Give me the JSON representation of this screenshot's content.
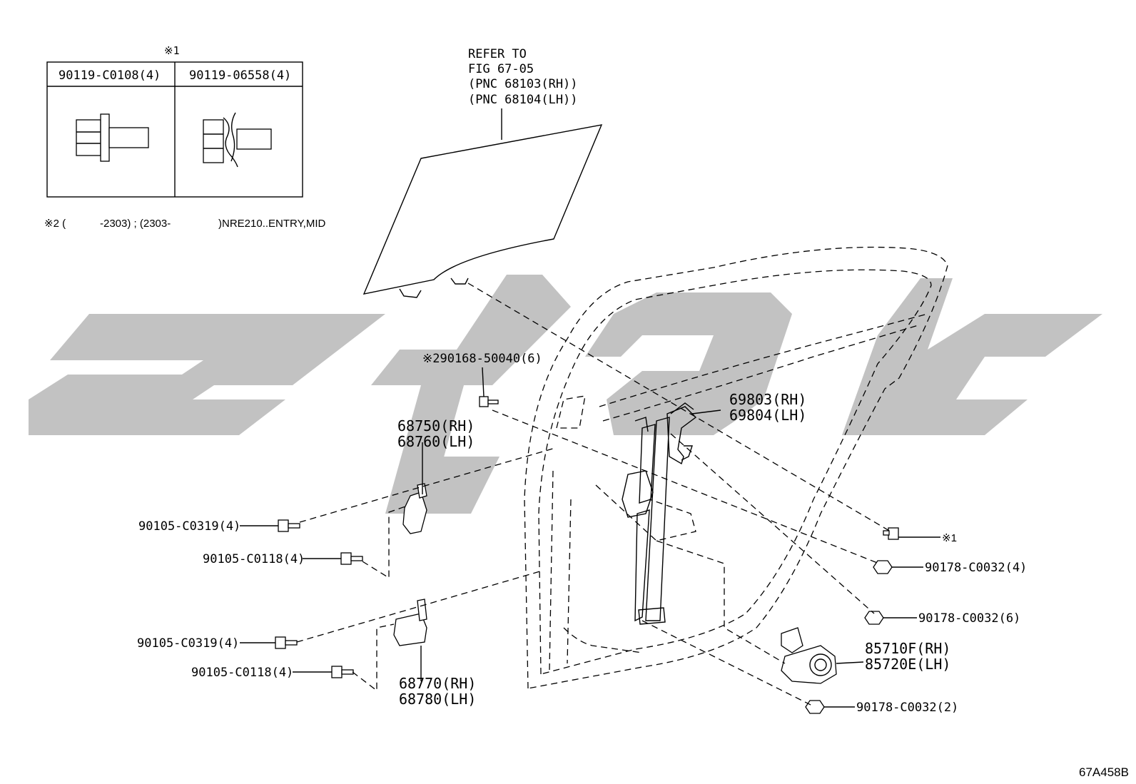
{
  "watermark_color": "#c2c2c2",
  "note1": {
    "mark": "※1",
    "col1": "90119-C0108(4)",
    "col2": "90119-06558(4)"
  },
  "note2": {
    "prefix": "※2 (",
    "mid": "-2303) ; (2303-",
    "suffix": ")NRE210..ENTRY,MID"
  },
  "refer": {
    "line1": "REFER TO",
    "line2": "FIG 67-05",
    "line3": "(PNC 68103(RH))",
    "line4": "(PNC 68104(LH))"
  },
  "labels": {
    "p290168": "※290168-50040(6)",
    "p69803": "69803(RH)",
    "p69804": "69804(LH)",
    "p68750": "68750(RH)",
    "p68760": "68760(LH)",
    "p90105a": "90105-C0319(4)",
    "p90105b": "90105-C0118(4)",
    "p90105c": "90105-C0319(4)",
    "p90105d": "90105-C0118(4)",
    "p68770": "68770(RH)",
    "p68780": "68780(LH)",
    "mark1": "※1",
    "p90178a": "90178-C0032(4)",
    "p90178b": "90178-C0032(6)",
    "p85710": "85710F(RH)",
    "p85720": "85720E(LH)",
    "p90178c": "90178-C0032(2)",
    "figure_code": "67A458B"
  }
}
